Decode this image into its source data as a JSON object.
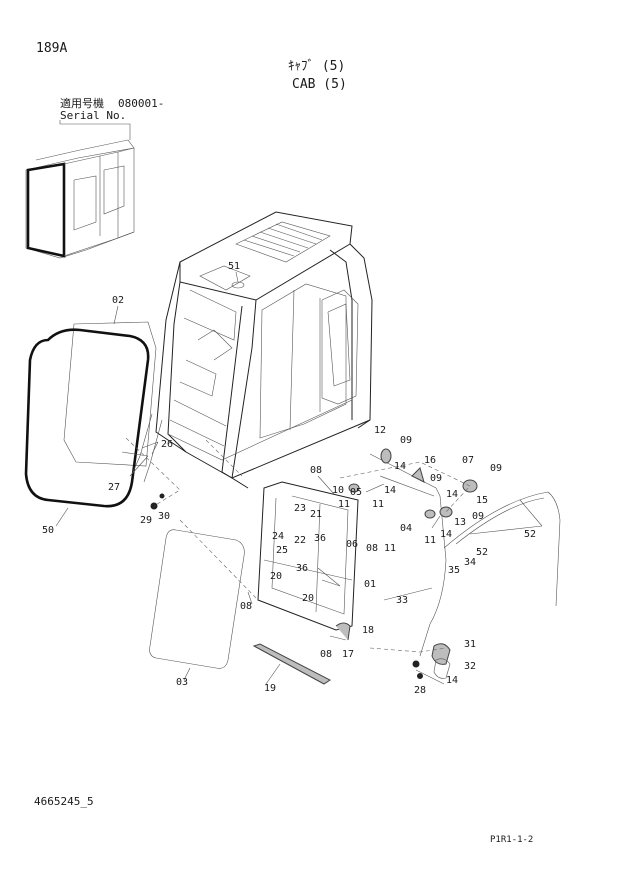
{
  "header": {
    "page_code": "189A",
    "title_jp": "ｷｬﾌﾞ (5)",
    "title_en": "CAB (5)",
    "serial_label_jp": "適用号機",
    "serial_range": "080001-",
    "serial_label_en": "Serial No."
  },
  "footer": {
    "drawing_number": "4665245_5",
    "page_ref": "P1R1-1-2"
  },
  "callouts": [
    {
      "id": "c51",
      "text": "51"
    },
    {
      "id": "c02",
      "text": "02"
    },
    {
      "id": "c26",
      "text": "26"
    },
    {
      "id": "c27",
      "text": "27"
    },
    {
      "id": "c29",
      "text": "29"
    },
    {
      "id": "c30",
      "text": "30"
    },
    {
      "id": "c50",
      "text": "50"
    },
    {
      "id": "c03",
      "text": "03"
    },
    {
      "id": "c12",
      "text": "12"
    },
    {
      "id": "c09a",
      "text": "09"
    },
    {
      "id": "c16",
      "text": "16"
    },
    {
      "id": "c14a",
      "text": "14"
    },
    {
      "id": "c09b",
      "text": "09"
    },
    {
      "id": "c07",
      "text": "07"
    },
    {
      "id": "c09c",
      "text": "09"
    },
    {
      "id": "c08a",
      "text": "08"
    },
    {
      "id": "c05",
      "text": "05"
    },
    {
      "id": "c10",
      "text": "10"
    },
    {
      "id": "c14b",
      "text": "14"
    },
    {
      "id": "c11a",
      "text": "11"
    },
    {
      "id": "c11b",
      "text": "11"
    },
    {
      "id": "c14c",
      "text": "14"
    },
    {
      "id": "c15",
      "text": "15"
    },
    {
      "id": "c13",
      "text": "13"
    },
    {
      "id": "c09d",
      "text": "09"
    },
    {
      "id": "c23",
      "text": "23"
    },
    {
      "id": "c21",
      "text": "21"
    },
    {
      "id": "c24",
      "text": "24"
    },
    {
      "id": "c22",
      "text": "22"
    },
    {
      "id": "c25",
      "text": "25"
    },
    {
      "id": "c36a",
      "text": "36"
    },
    {
      "id": "c06",
      "text": "06"
    },
    {
      "id": "c08b",
      "text": "08"
    },
    {
      "id": "c11c",
      "text": "11"
    },
    {
      "id": "c04",
      "text": "04"
    },
    {
      "id": "c11d",
      "text": "11"
    },
    {
      "id": "c14d",
      "text": "14"
    },
    {
      "id": "c52a",
      "text": "52"
    },
    {
      "id": "c52b",
      "text": "52"
    },
    {
      "id": "c35",
      "text": "35"
    },
    {
      "id": "c34",
      "text": "34"
    },
    {
      "id": "c20a",
      "text": "20"
    },
    {
      "id": "c36b",
      "text": "36"
    },
    {
      "id": "c01",
      "text": "01"
    },
    {
      "id": "c33",
      "text": "33"
    },
    {
      "id": "c08c",
      "text": "08"
    },
    {
      "id": "c20b",
      "text": "20"
    },
    {
      "id": "c18",
      "text": "18"
    },
    {
      "id": "c08d",
      "text": "08"
    },
    {
      "id": "c17",
      "text": "17"
    },
    {
      "id": "c31",
      "text": "31"
    },
    {
      "id": "c32",
      "text": "32"
    },
    {
      "id": "c19",
      "text": "19"
    },
    {
      "id": "c28",
      "text": "28"
    },
    {
      "id": "c14e",
      "text": "14"
    }
  ]
}
